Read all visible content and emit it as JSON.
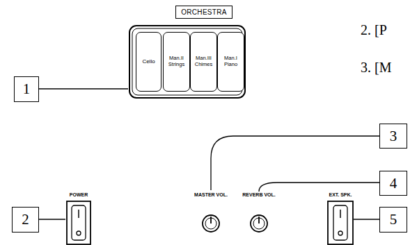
{
  "diagram": {
    "nodes": [
      {
        "text": [
          "ORCHESTRA"
        ]
      },
      {
        "text": [
          "Cello"
        ]
      },
      {
        "text": [
          "Man.II Strings"
        ]
      },
      {
        "text": [
          "Man.III Chimes"
        ]
      },
      {
        "text": [
          "Man.I Piano"
        ]
      },
      {
        "text": [
          "1"
        ]
      },
      {
        "text": [
          "3"
        ]
      },
      {
        "text": [
          "4"
        ]
      },
      {
        "text": [
          "2"
        ]
      },
      {
        "text": [
          "5"
        ]
      }
    ],
    "labels": [
      "2. [P",
      "3. [M",
      "POWER",
      "MASTER VOL.",
      "REVERB VOL.",
      "EXT. SPK."
    ]
  }
}
